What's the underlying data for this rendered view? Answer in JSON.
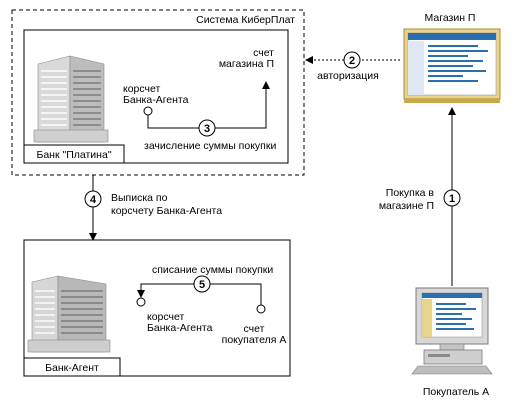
{
  "system": {
    "title": "Система КиберПлат"
  },
  "bank_platina": {
    "label": "Банк \"Платина\"",
    "account_agent": [
      "корсчет",
      "Банка-Агента"
    ],
    "account_shop": [
      "счет",
      "магазина П"
    ],
    "step": "3",
    "step_text": "зачисление суммы покупки"
  },
  "shop": {
    "title": "Магазин П",
    "step": "2",
    "step_text": "авторизация"
  },
  "statement": {
    "step": "4",
    "lines": [
      "Выписка по",
      "корсчету Банка-Агента"
    ]
  },
  "purchase": {
    "step": "1",
    "lines": [
      "Покупка в",
      "магазине П"
    ]
  },
  "bank_agent": {
    "label": "Банк-Агент",
    "step": "5",
    "step_text": "списание суммы покупки",
    "account_agent": [
      "корсчет",
      "Банка-Агента"
    ],
    "account_buyer": [
      "счет",
      "покупателя А"
    ]
  },
  "buyer": {
    "label": "Покупатель А"
  },
  "colors": {
    "line": "#000000",
    "screen_blue": "#2a6fb0",
    "screen_frame": "#c9a84a",
    "building": "#9a9a9a"
  }
}
